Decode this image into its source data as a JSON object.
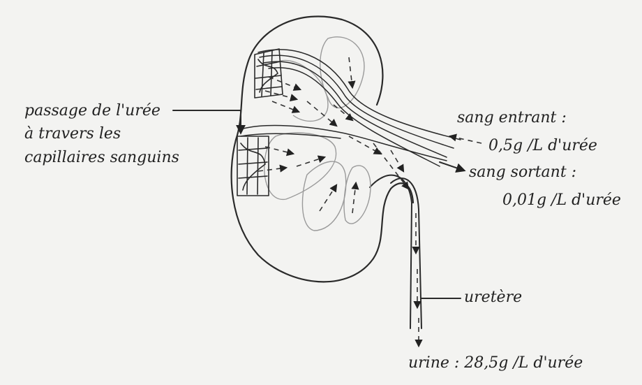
{
  "labels": {
    "passage_line1": "passage de l'urée",
    "passage_line2": "à travers les",
    "passage_line3": "capillaires sanguins",
    "sang_entrant": "sang entrant :",
    "sang_entrant_value": "0,5g /L d'urée",
    "sang_sortant": "sang sortant :",
    "sang_sortant_value": "0,01g /L d'urée",
    "uretere": "uretère",
    "urine": "urine : 28,5g /L d'urée"
  },
  "colors": {
    "paper": "#f3f3f1",
    "ink": "#2a2a2a",
    "structure_outline": "#9a9a9a"
  }
}
